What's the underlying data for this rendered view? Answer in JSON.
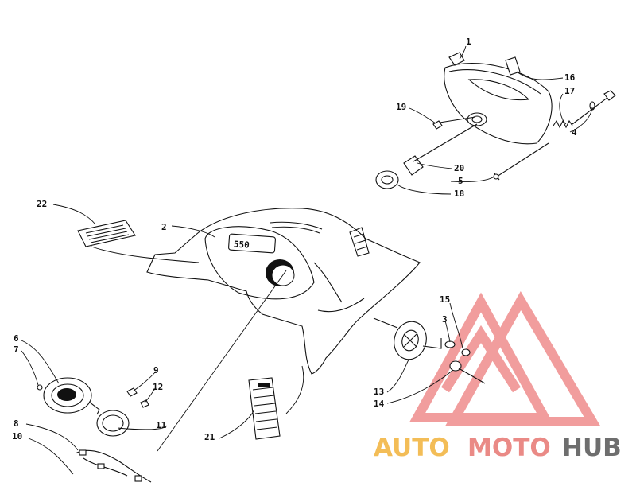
{
  "diagram": {
    "badge_text": "550",
    "part_labels": [
      {
        "id": "p1",
        "text": "1"
      },
      {
        "id": "p2",
        "text": "2"
      },
      {
        "id": "p3",
        "text": "3"
      },
      {
        "id": "p4",
        "text": "4"
      },
      {
        "id": "p5",
        "text": "5"
      },
      {
        "id": "p6",
        "text": "6"
      },
      {
        "id": "p7",
        "text": "7"
      },
      {
        "id": "p8",
        "text": "8"
      },
      {
        "id": "p9",
        "text": "9"
      },
      {
        "id": "p10",
        "text": "10"
      },
      {
        "id": "p11",
        "text": "11"
      },
      {
        "id": "p12",
        "text": "12"
      },
      {
        "id": "p13",
        "text": "13"
      },
      {
        "id": "p14",
        "text": "14"
      },
      {
        "id": "p15",
        "text": "15"
      },
      {
        "id": "p16",
        "text": "16"
      },
      {
        "id": "p17",
        "text": "17"
      },
      {
        "id": "p18",
        "text": "18"
      },
      {
        "id": "p19",
        "text": "19"
      },
      {
        "id": "p20",
        "text": "20"
      },
      {
        "id": "p21",
        "text": "21"
      },
      {
        "id": "p22",
        "text": "22"
      }
    ]
  },
  "watermark": {
    "part1": "AUTO",
    "part2": "MOTO",
    "part3": "HUB",
    "colors": {
      "auto": "#f3bd57",
      "moto": "#ea8a86",
      "hub": "#6e6e6e",
      "logo": "#ee8b8b"
    }
  }
}
